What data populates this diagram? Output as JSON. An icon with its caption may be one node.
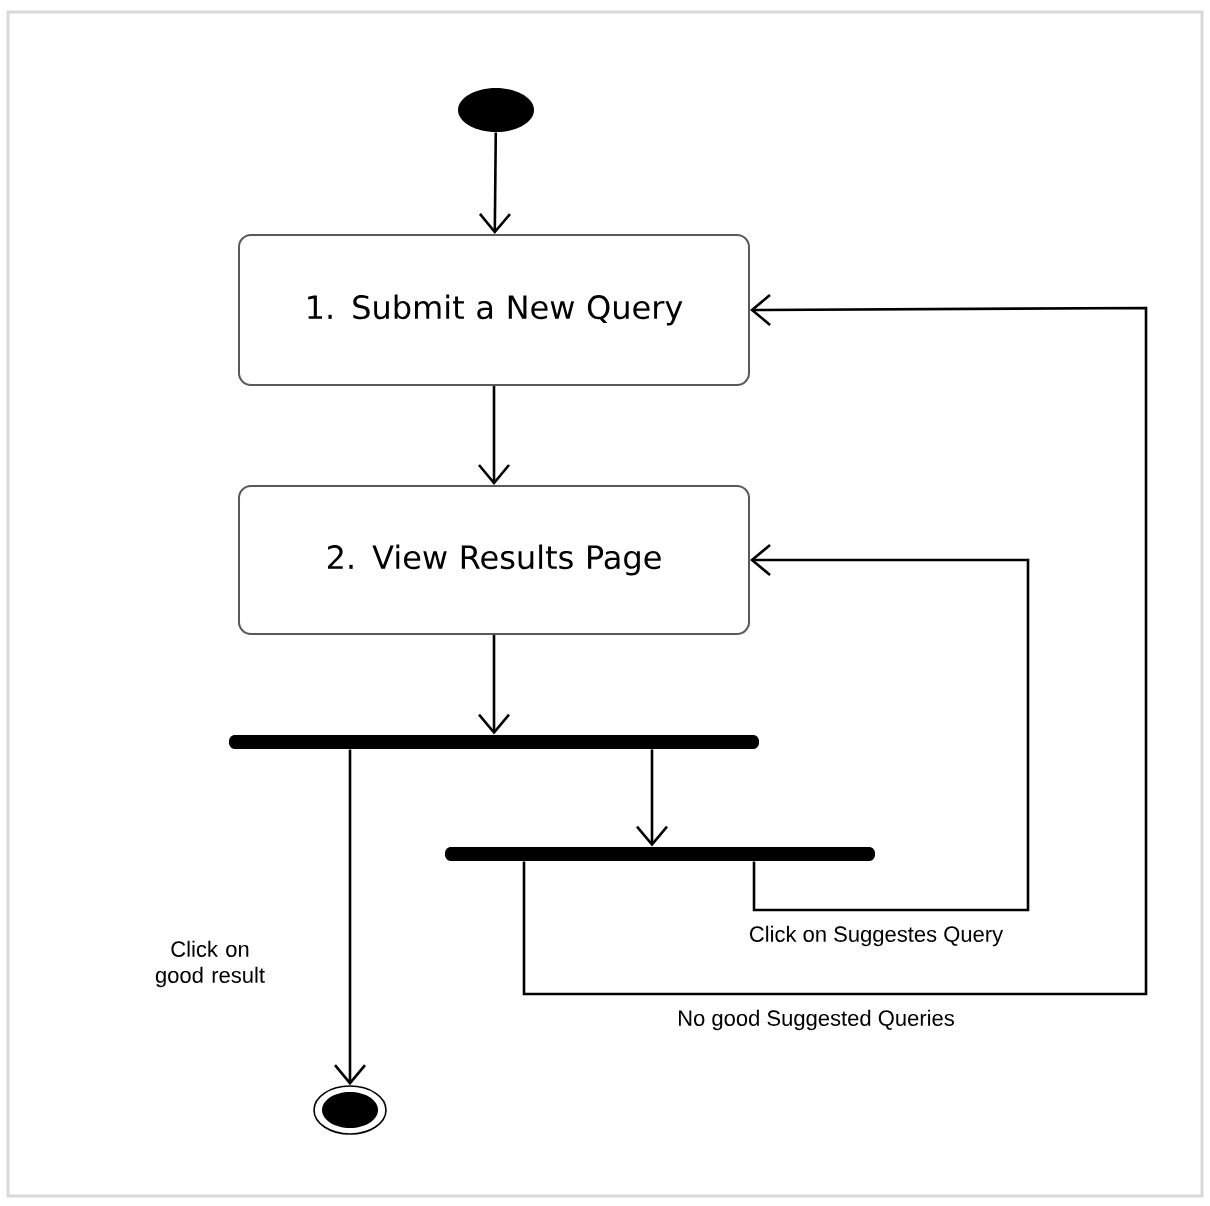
{
  "diagram": {
    "nodes": [
      {
        "text": [],
        "shape": "circle"
      },
      {
        "text": [
          "1. Submit a New Query"
        ]
      },
      {
        "text": [
          "2. View Results Page"
        ]
      },
      {
        "text": [],
        "shape": "bar"
      },
      {
        "text": [],
        "shape": "bar"
      },
      {
        "text": [],
        "shape": "circle"
      }
    ],
    "edges": [
      {
        "from": 0,
        "to": 1,
        "arrow": "to"
      },
      {
        "from": 1,
        "to": 2,
        "arrow": "to"
      },
      {
        "from": 2,
        "to": 3,
        "arrow": "to"
      },
      {
        "from": 3,
        "to": 4,
        "arrow": "to"
      },
      {
        "from": 3,
        "to": 5,
        "arrow": "to",
        "label": "Click on good result"
      },
      {
        "from": 4,
        "to": 2,
        "arrow": "to",
        "label": "Click on Suggestes Query"
      },
      {
        "from": 4,
        "to": 1,
        "arrow": "to",
        "label": "No good Suggested Queries"
      }
    ]
  }
}
